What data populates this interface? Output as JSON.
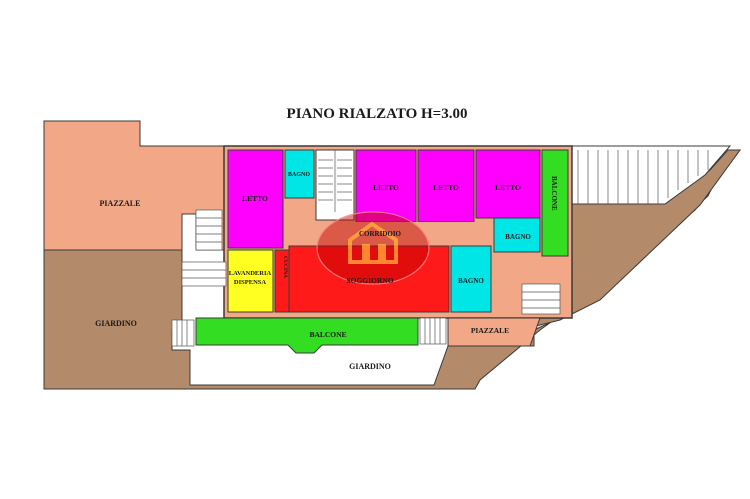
{
  "title": "PIANO RIALZATO H=3.00",
  "rooms": {
    "piazzale_left": "PIAZZALE",
    "giardino_left": "GIARDINO",
    "giardino_bottom": "GIARDINO",
    "letto_1": "LETTO",
    "bagno_small": "BAGNO",
    "letto_2": "LETTO",
    "letto_3": "LETTO",
    "letto_4": "LETTO",
    "balcone_right": "BALCONE",
    "corridoio": "CORRIDOIO",
    "bagno_right": "BAGNO",
    "lavanderia_1": "LAVANDERIA",
    "lavanderia_2": "DISPENSA",
    "soggiorno": "SOGGIORNO",
    "bagno_mid": "BAGNO",
    "balcone_bottom": "BALCONE",
    "piazzale_right": "PIAZZALE",
    "cucina": "CUCINA"
  },
  "colors": {
    "outdoor": "#b38a6a",
    "piazzale": "#f2a886",
    "letto": "#ff00ff",
    "bagno": "#00e6e6",
    "balcone": "#33dd22",
    "soggiorno": "#ff1a1a",
    "lavanderia": "#ffff22",
    "corridoio": "#f2a886",
    "logo": "#c00000"
  }
}
